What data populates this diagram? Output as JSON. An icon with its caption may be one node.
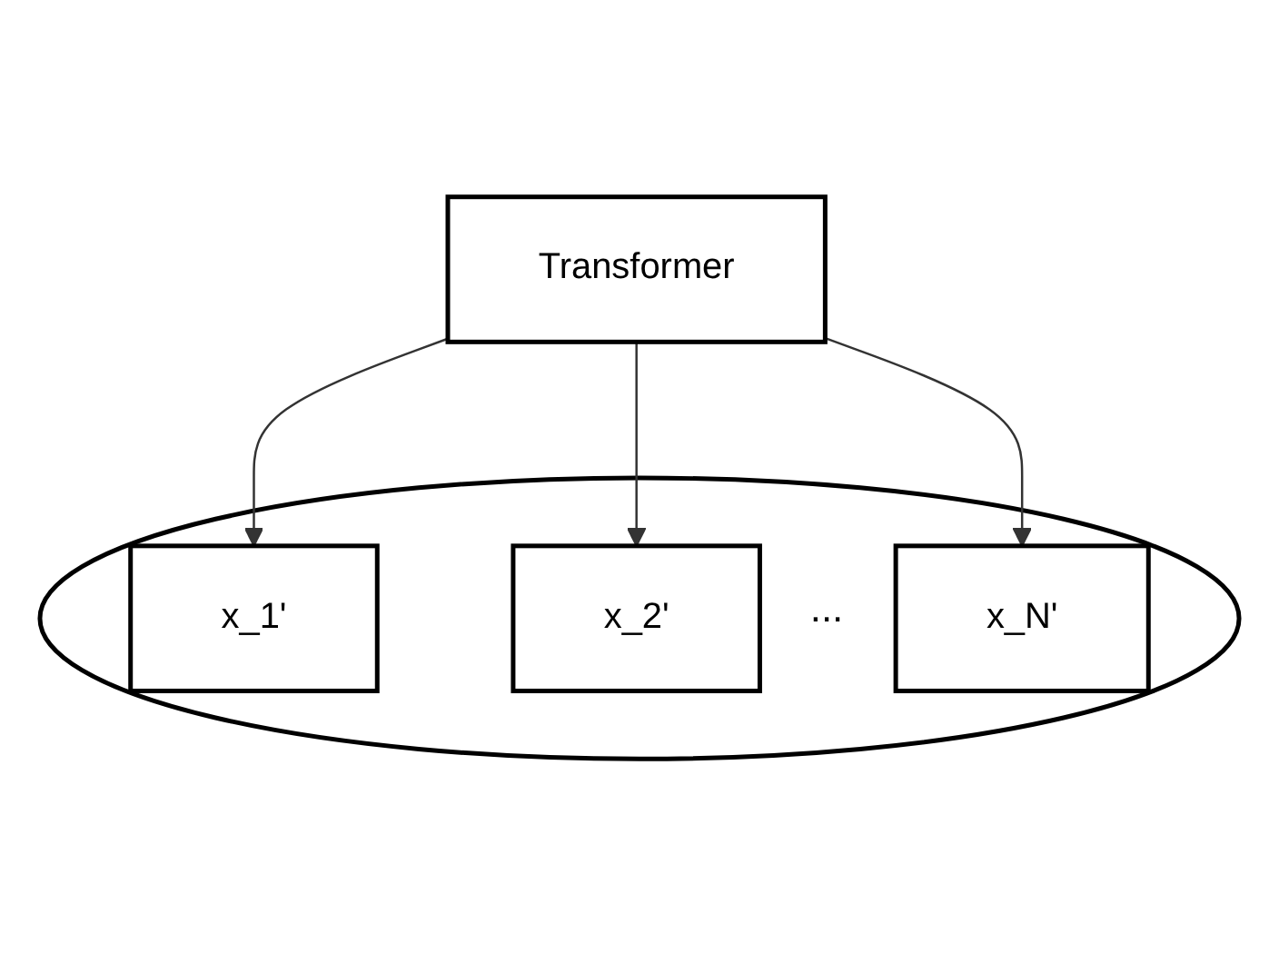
{
  "diagram": {
    "nodes": [
      {
        "text": [
          "Transformer"
        ]
      },
      {
        "text": [],
        "shape": "ellipse"
      },
      {
        "text": [
          "x_1'"
        ],
        "in": 1
      },
      {
        "text": [
          "x_2'"
        ],
        "in": 1
      },
      {
        "text": [
          "x_N'"
        ],
        "in": 1
      }
    ],
    "edges": [
      {
        "from": 0,
        "to": 2,
        "arrow": "to"
      },
      {
        "from": 0,
        "to": 3,
        "arrow": "to"
      },
      {
        "from": 0,
        "to": 4,
        "arrow": "to"
      }
    ],
    "labels": [
      "..."
    ]
  }
}
